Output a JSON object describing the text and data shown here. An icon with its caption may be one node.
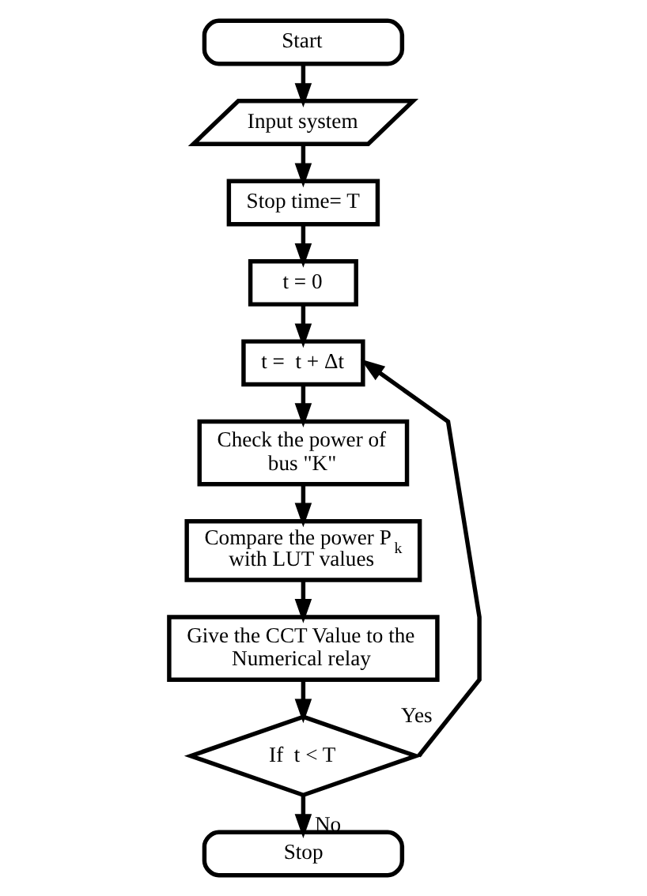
{
  "diagram": {
    "nodes": [
      {
        "text": [
          "Start"
        ]
      },
      {
        "text": [
          "Input system"
        ]
      },
      {
        "text": [
          "Stop time= T"
        ]
      },
      {
        "text": [
          "t = 0"
        ]
      },
      {
        "text": [
          "t =  t + Δt"
        ]
      },
      {
        "text": [
          "Check the power of bus \"K\""
        ]
      },
      {
        "text": [
          "Compare the power P$_{k}$ with LUT values"
        ]
      },
      {
        "text": [
          "Give the CCT Value to the Numerical relay"
        ]
      },
      {
        "text": [
          "If  t < T"
        ]
      },
      {
        "text": [
          "Stop"
        ]
      }
    ],
    "edges": [
      {
        "from": 0,
        "to": 1,
        "arrow": "to"
      },
      {
        "from": 1,
        "to": 2,
        "arrow": "to"
      },
      {
        "from": 2,
        "to": 3,
        "arrow": "to"
      },
      {
        "from": 3,
        "to": 4,
        "arrow": "to"
      },
      {
        "from": 4,
        "to": 5,
        "arrow": "to"
      },
      {
        "from": 5,
        "to": 6,
        "arrow": "to"
      },
      {
        "from": 6,
        "to": 7,
        "arrow": "to"
      },
      {
        "from": 7,
        "to": 8,
        "arrow": "to"
      },
      {
        "from": 8,
        "to": 4,
        "arrow": "to",
        "label": "Yes"
      },
      {
        "from": 8,
        "to": 9,
        "arrow": "to",
        "label": "No"
      }
    ]
  }
}
